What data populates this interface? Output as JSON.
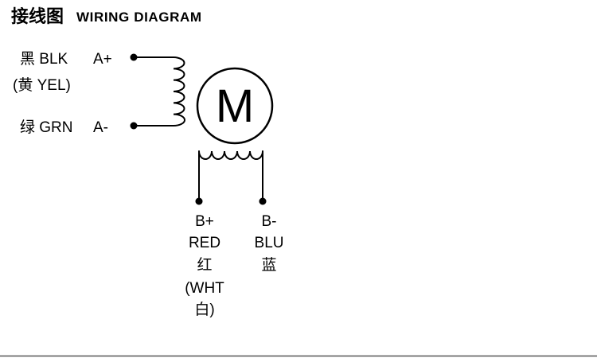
{
  "title": {
    "zh": "接线图",
    "en": "WIRING DIAGRAM"
  },
  "motor": {
    "symbol": "M"
  },
  "phase_a": {
    "plus": {
      "color_label": "黑 BLK",
      "terminal": "A+"
    },
    "alt": "(黄 YEL)",
    "minus": {
      "color_label": "绿 GRN",
      "terminal": "A-"
    }
  },
  "phase_b": {
    "plus": {
      "terminal": "B+",
      "lines": [
        "RED",
        "红",
        "(WHT",
        "白)"
      ]
    },
    "minus": {
      "terminal": "B-",
      "lines": [
        "BLU",
        "蓝"
      ]
    }
  },
  "colors": {
    "ink": "#000000",
    "bottom_border": "#555555"
  }
}
